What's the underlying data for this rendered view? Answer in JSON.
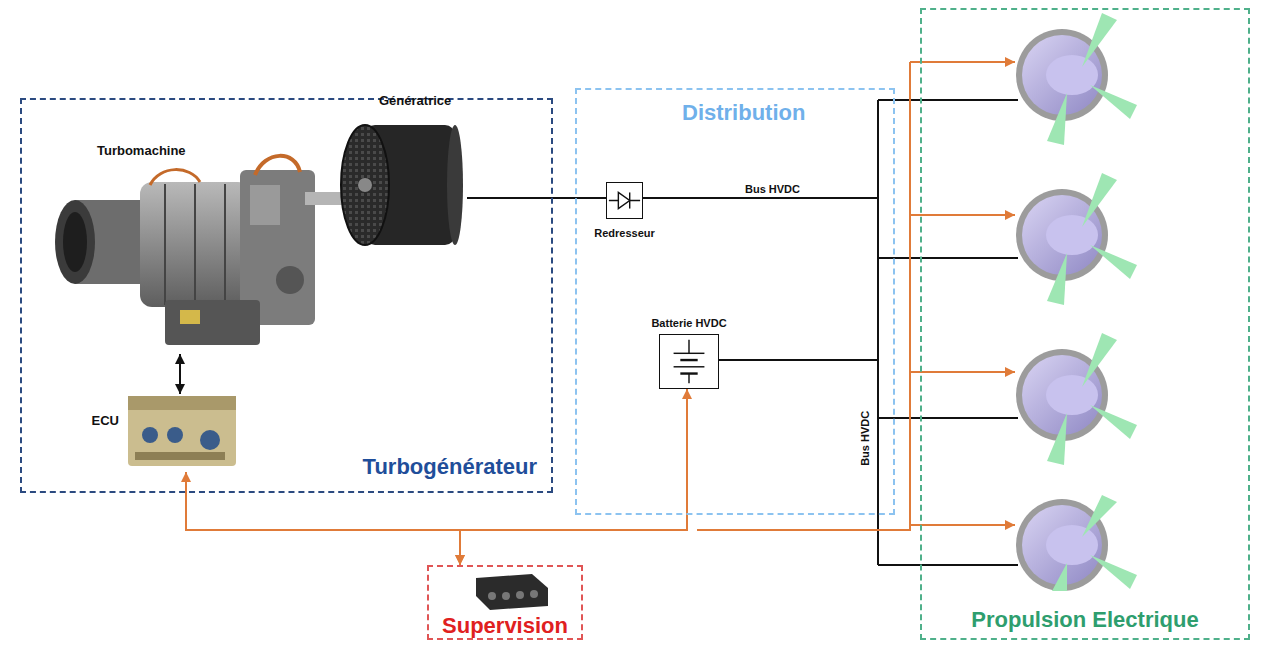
{
  "diagram": {
    "nodes": [
      {
        "text": [
          "Turbogénérateur"
        ]
      },
      {
        "text": [
          "Turbomachine"
        ],
        "in": 0
      },
      {
        "text": [
          "Génératrice"
        ],
        "in": 0
      },
      {
        "text": [
          "ECU"
        ],
        "in": 0
      },
      {
        "text": [
          "Distribution"
        ]
      },
      {
        "text": [
          "Redresseur"
        ],
        "in": 4
      },
      {
        "text": [
          "Batterie HVDC"
        ],
        "in": 4
      },
      {
        "text": [
          "Supervision"
        ]
      },
      {
        "text": [
          "Propulsion Electrique"
        ]
      }
    ],
    "edges": [
      {
        "from": 3,
        "to": 1,
        "arrow": "both"
      },
      {
        "from": 2,
        "to": 5,
        "arrow": "none"
      },
      {
        "from": 7,
        "to": 3,
        "arrow": "both"
      },
      {
        "from": 7,
        "to": 6,
        "arrow": "both"
      }
    ],
    "labels": [
      "Bus HVDC",
      "Bus HVDC"
    ]
  }
}
